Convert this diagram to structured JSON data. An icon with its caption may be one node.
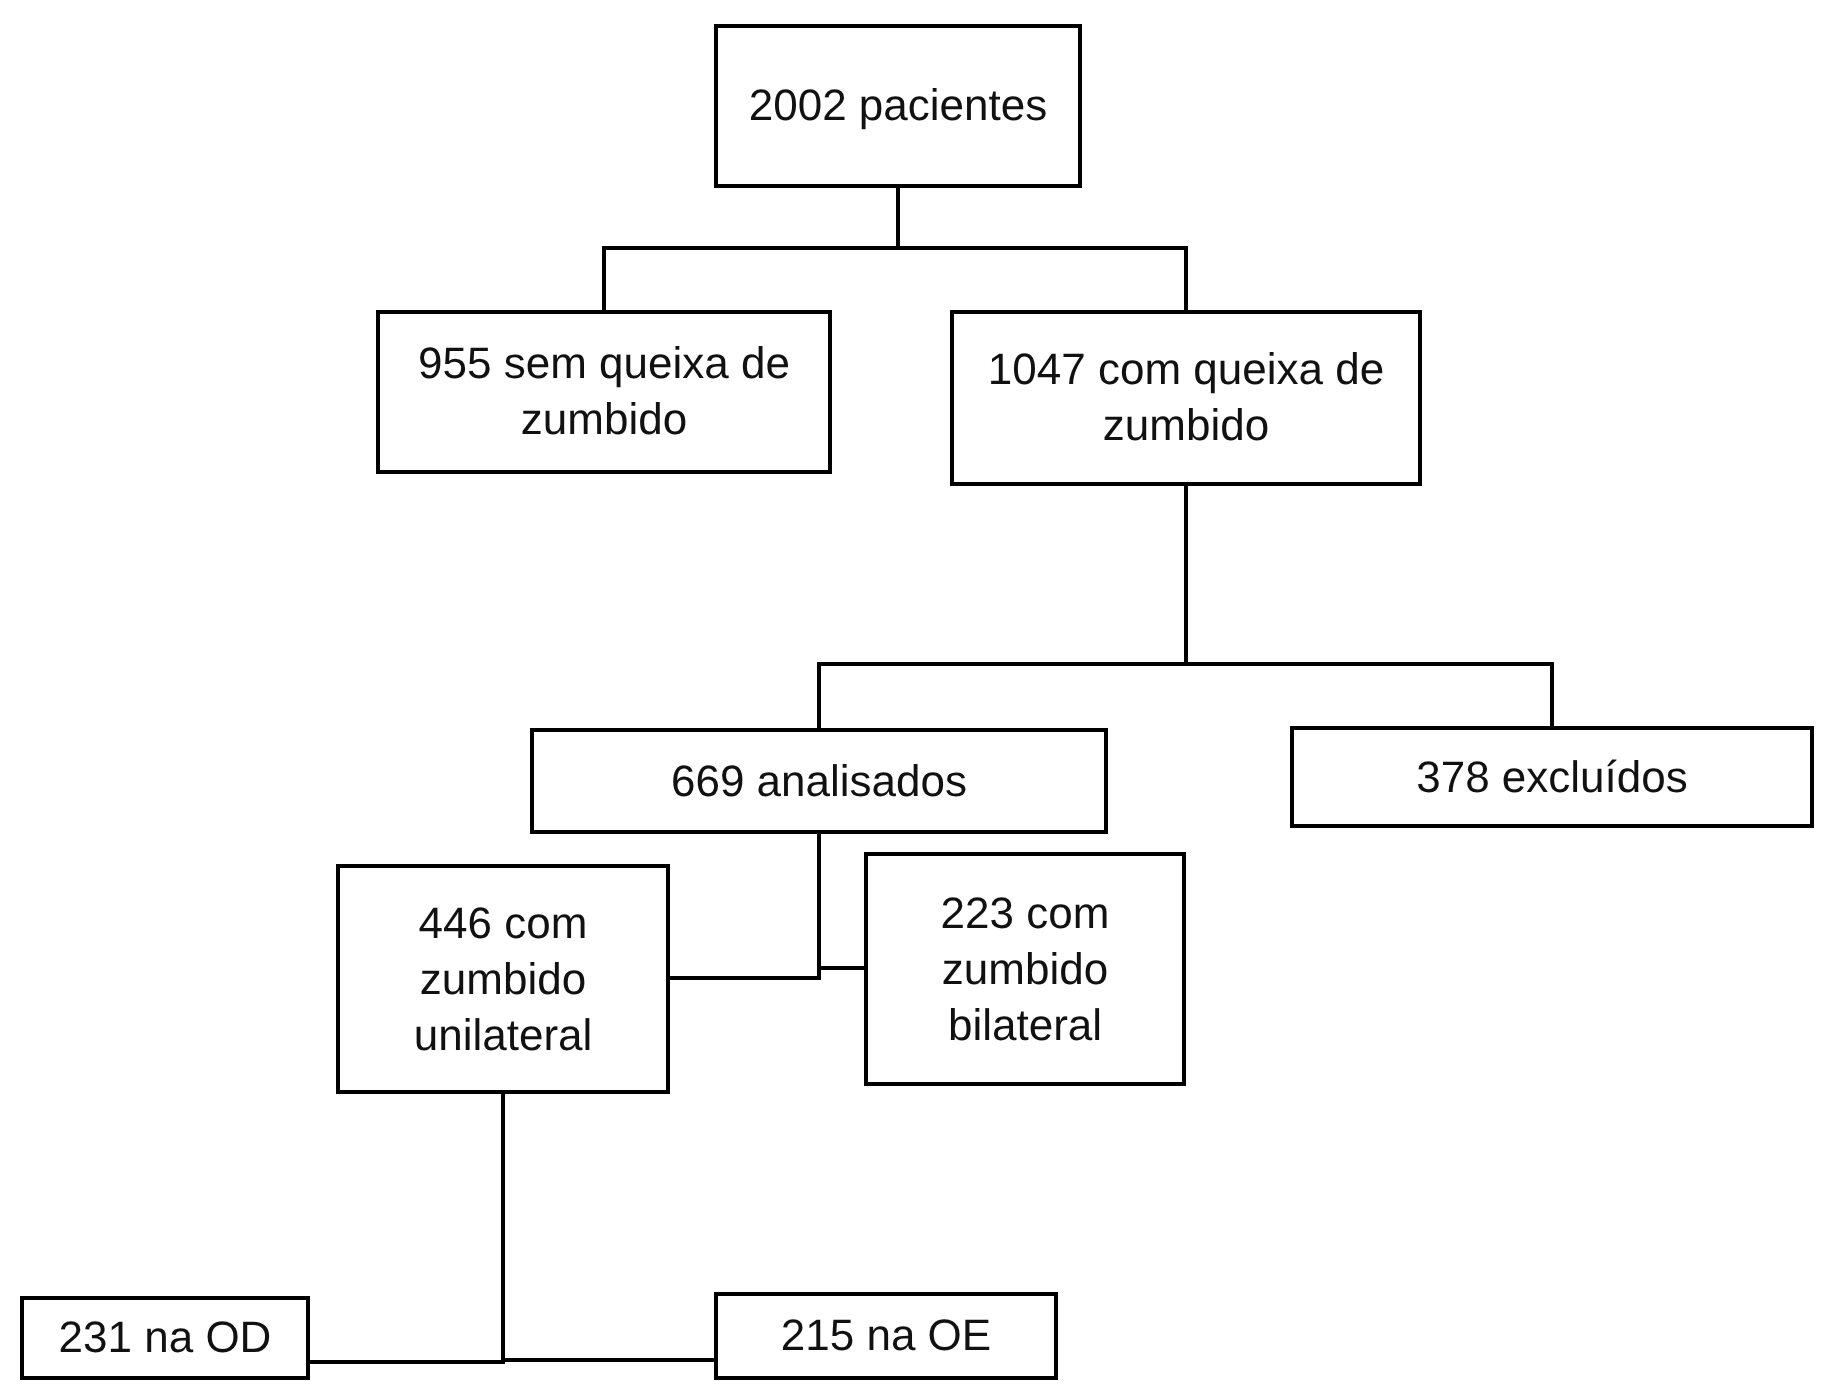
{
  "diagram": {
    "nodes": [
      {
        "text": [
          "2002 pacientes"
        ]
      },
      {
        "text": [
          "955 sem queixa de zumbido"
        ]
      },
      {
        "text": [
          "1047 com queixa de zumbido"
        ]
      },
      {
        "text": [
          "669 analisados"
        ]
      },
      {
        "text": [
          "378 excluídos"
        ]
      },
      {
        "text": [
          "446 com zumbido unilateral"
        ]
      },
      {
        "text": [
          "223 com zumbido bilateral"
        ]
      },
      {
        "text": [
          "231 na OD"
        ]
      },
      {
        "text": [
          "215 na OE"
        ]
      }
    ],
    "edges": [
      {
        "from": 0,
        "to": 1,
        "arrow": "none"
      },
      {
        "from": 0,
        "to": 2,
        "arrow": "none"
      },
      {
        "from": 2,
        "to": 3,
        "arrow": "none"
      },
      {
        "from": 2,
        "to": 4,
        "arrow": "none"
      },
      {
        "from": 3,
        "to": 5,
        "arrow": "none"
      },
      {
        "from": 3,
        "to": 6,
        "arrow": "none"
      },
      {
        "from": 5,
        "to": 7,
        "arrow": "none"
      },
      {
        "from": 5,
        "to": 8,
        "arrow": "none"
      }
    ]
  }
}
